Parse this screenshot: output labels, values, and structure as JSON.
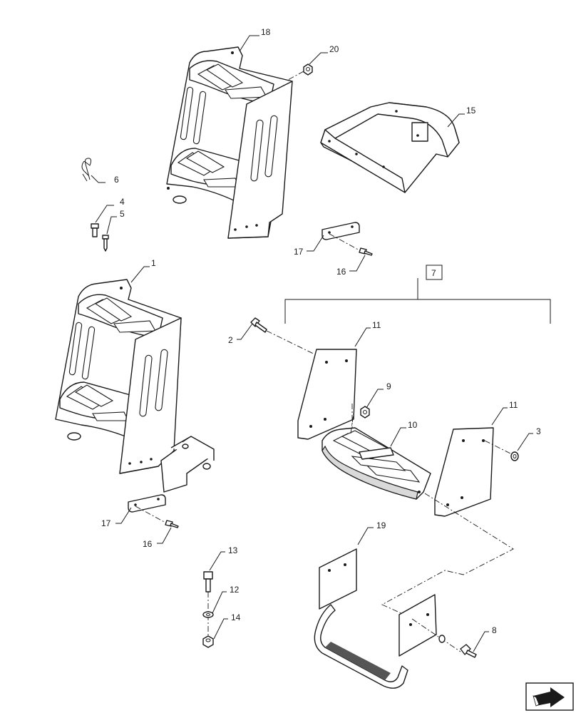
{
  "callouts": {
    "c1": "1",
    "c2": "2",
    "c3": "3",
    "c4": "4",
    "c5": "5",
    "c6": "6",
    "c7": "7",
    "c8": "8",
    "c9": "9",
    "c10": "10",
    "c11a": "11",
    "c11b": "11",
    "c12": "12",
    "c13": "13",
    "c14": "14",
    "c15": "15",
    "c16a": "16",
    "c16b": "16",
    "c17a": "17",
    "c17b": "17",
    "c18": "18",
    "c19": "19",
    "c20": "20"
  },
  "icons": {
    "nav": "next-page-arrow-icon"
  }
}
